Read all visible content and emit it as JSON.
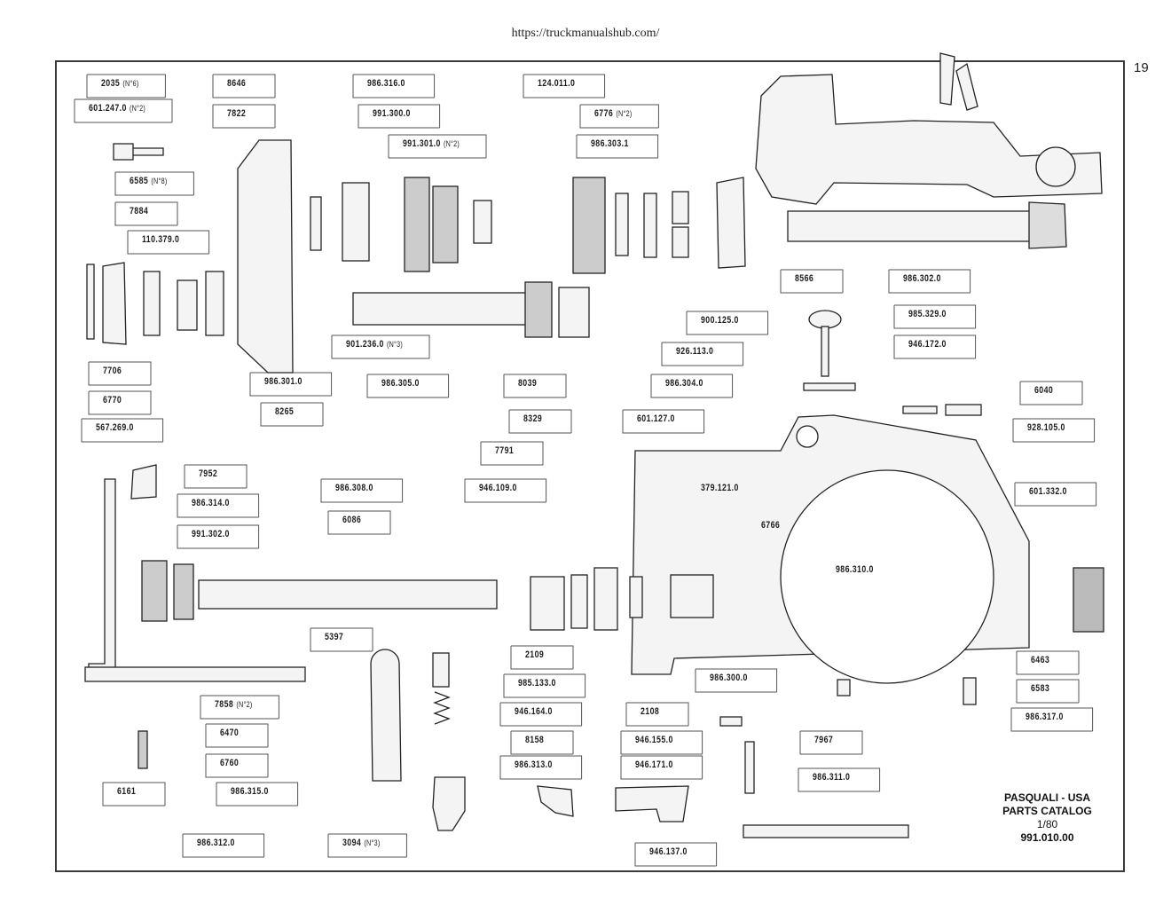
{
  "header": {
    "url": "https://truckmanualshub.com/",
    "page_number": "19"
  },
  "footer": {
    "brand": "PASQUALI - USA",
    "title": "PARTS CATALOG",
    "scale": "1/80",
    "code": "991.010.00"
  },
  "labels": [
    {
      "text": "2035",
      "qty": "(N°6)"
    },
    {
      "text": "601.247.0",
      "qty": "(N°2)"
    },
    {
      "text": "8646",
      "qty": ""
    },
    {
      "text": "7822",
      "qty": ""
    },
    {
      "text": "986.316.0",
      "qty": ""
    },
    {
      "text": "991.300.0",
      "qty": ""
    },
    {
      "text": "991.301.0",
      "qty": "(N°2)"
    },
    {
      "text": "124.011.0",
      "qty": ""
    },
    {
      "text": "6776",
      "qty": "(N°2)"
    },
    {
      "text": "986.303.1",
      "qty": ""
    },
    {
      "text": "6585",
      "qty": "(N°8)"
    },
    {
      "text": "7884",
      "qty": ""
    },
    {
      "text": "110.379.0",
      "qty": ""
    },
    {
      "text": "8566",
      "qty": ""
    },
    {
      "text": "986.302.0",
      "qty": ""
    },
    {
      "text": "900.125.0",
      "qty": ""
    },
    {
      "text": "985.329.0",
      "qty": ""
    },
    {
      "text": "946.172.0",
      "qty": ""
    },
    {
      "text": "901.236.0",
      "qty": "(N°3)"
    },
    {
      "text": "926.113.0",
      "qty": ""
    },
    {
      "text": "7706",
      "qty": ""
    },
    {
      "text": "6770",
      "qty": ""
    },
    {
      "text": "986.301.0",
      "qty": ""
    },
    {
      "text": "986.305.0",
      "qty": ""
    },
    {
      "text": "8039",
      "qty": ""
    },
    {
      "text": "986.304.0",
      "qty": ""
    },
    {
      "text": "567.269.0",
      "qty": ""
    },
    {
      "text": "8265",
      "qty": ""
    },
    {
      "text": "8329",
      "qty": ""
    },
    {
      "text": "601.127.0",
      "qty": ""
    },
    {
      "text": "6040",
      "qty": ""
    },
    {
      "text": "928.105.0",
      "qty": ""
    },
    {
      "text": "7791",
      "qty": ""
    },
    {
      "text": "7952",
      "qty": ""
    },
    {
      "text": "986.314.0",
      "qty": ""
    },
    {
      "text": "986.308.0",
      "qty": ""
    },
    {
      "text": "946.109.0",
      "qty": ""
    },
    {
      "text": "379.121.0",
      "qty": ""
    },
    {
      "text": "601.332.0",
      "qty": ""
    },
    {
      "text": "6086",
      "qty": ""
    },
    {
      "text": "991.302.0",
      "qty": ""
    },
    {
      "text": "6766",
      "qty": ""
    },
    {
      "text": "986.310.0",
      "qty": ""
    },
    {
      "text": "5397",
      "qty": ""
    },
    {
      "text": "2109",
      "qty": ""
    },
    {
      "text": "6463",
      "qty": ""
    },
    {
      "text": "985.133.0",
      "qty": ""
    },
    {
      "text": "986.300.0",
      "qty": ""
    },
    {
      "text": "6583",
      "qty": ""
    },
    {
      "text": "7858",
      "qty": "(N°2)"
    },
    {
      "text": "946.164.0",
      "qty": ""
    },
    {
      "text": "2108",
      "qty": ""
    },
    {
      "text": "986.317.0",
      "qty": ""
    },
    {
      "text": "6470",
      "qty": ""
    },
    {
      "text": "8158",
      "qty": ""
    },
    {
      "text": "946.155.0",
      "qty": ""
    },
    {
      "text": "7967",
      "qty": ""
    },
    {
      "text": "6760",
      "qty": ""
    },
    {
      "text": "986.313.0",
      "qty": ""
    },
    {
      "text": "946.171.0",
      "qty": ""
    },
    {
      "text": "986.311.0",
      "qty": ""
    },
    {
      "text": "6161",
      "qty": ""
    },
    {
      "text": "986.315.0",
      "qty": ""
    },
    {
      "text": "986.312.0",
      "qty": ""
    },
    {
      "text": "3094",
      "qty": "(N°3)"
    },
    {
      "text": "946.137.0",
      "qty": ""
    }
  ]
}
